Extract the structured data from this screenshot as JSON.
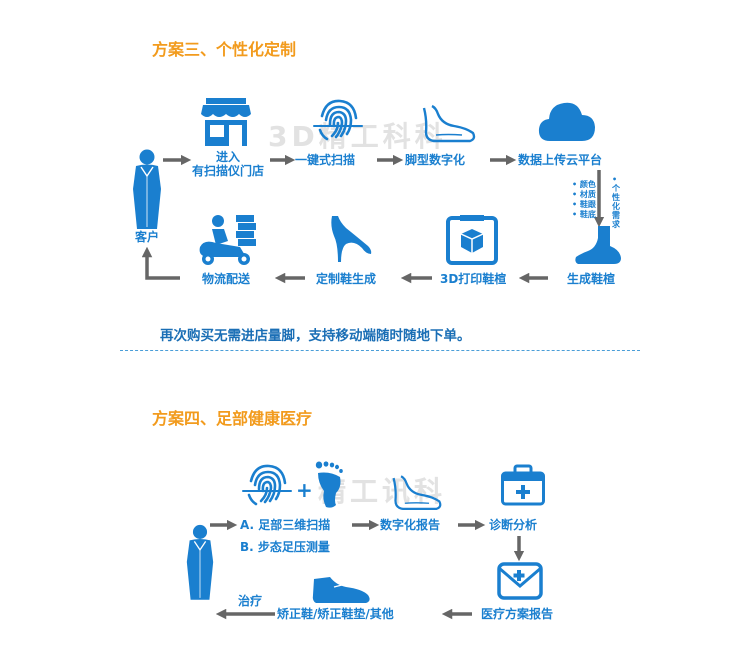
{
  "colors": {
    "title": "#f29b1d",
    "primary": "#1a7fcf",
    "arrow": "#666666",
    "dash": "#4a9ed8"
  },
  "watermark": {
    "line1": "3D精工科科",
    "line2": "精工讯科"
  },
  "plan3": {
    "title": "方案三、个性化定制",
    "customer": "客户",
    "step1_line1": "进入",
    "step1_line2": "有扫描仪门店",
    "step2": "一键式扫描",
    "step3": "脚型数字化",
    "step4": "数据上传云平台",
    "note_left": [
      "颜色",
      "材质",
      "鞋跟",
      "鞋底"
    ],
    "note_right": "个性化需求",
    "step5": "生成鞋楦",
    "step6": "3D打印鞋楦",
    "step7": "定制鞋生成",
    "step8": "物流配送",
    "banner": "再次购买无需进店量脚，支持移动端随时随地下单。"
  },
  "plan4": {
    "title": "方案四、足部健康医疗",
    "scan_a": "A. 足部三维扫描",
    "scan_b": "B. 步态足压测量",
    "digital": "数字化报告",
    "diagnose": "诊断分析",
    "report": "医疗方案报告",
    "orthotic": "矫正鞋/矫正鞋垫/其他",
    "treat": "治疗",
    "plus": "+"
  },
  "icons": [
    "person-icon",
    "store-icon",
    "fingerprint-icon",
    "foot-outline-icon",
    "cloud-icon",
    "boot-icon",
    "printer-box-icon",
    "high-heel-icon",
    "delivery-scooter-icon",
    "footprint-icon",
    "medical-kit-icon",
    "medical-envelope-icon",
    "leather-shoe-icon"
  ]
}
